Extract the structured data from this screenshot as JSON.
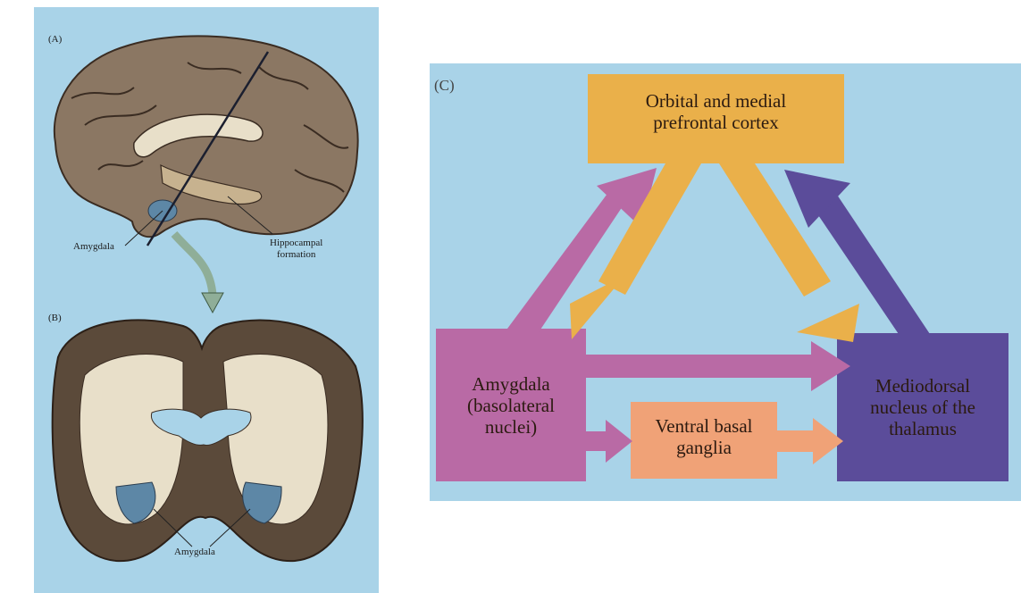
{
  "panel_a": {
    "label": "(A)",
    "amygdala": "Amygdala",
    "hippocampal": "Hippocampal",
    "formation": "formation"
  },
  "panel_b": {
    "label": "(B)",
    "amygdala": "Amygdala"
  },
  "panel_c": {
    "label": "(C)",
    "nodes": {
      "ofc_line1": "Orbital and medial",
      "ofc_line2": "prefrontal cortex",
      "amy_line1": "Amygdala",
      "amy_line2": "(basolateral",
      "amy_line3": "nuclei)",
      "vbg_line1": "Ventral basal",
      "vbg_line2": "ganglia",
      "md_line1": "Mediodorsal",
      "md_line2": "nucleus of the",
      "md_line3": "thalamus"
    }
  },
  "colors": {
    "background": "#a9d3e8",
    "prefrontal": "#eab04a",
    "amygdala": "#b96aa5",
    "ventral_basal": "#f0a277",
    "mediodorsal": "#5b4c9a",
    "brain_tissue": "#8b7763",
    "white_matter": "#e8dfc9",
    "amygdala_highlight": "#5d87a6",
    "arrow_green": "#8fae98"
  }
}
